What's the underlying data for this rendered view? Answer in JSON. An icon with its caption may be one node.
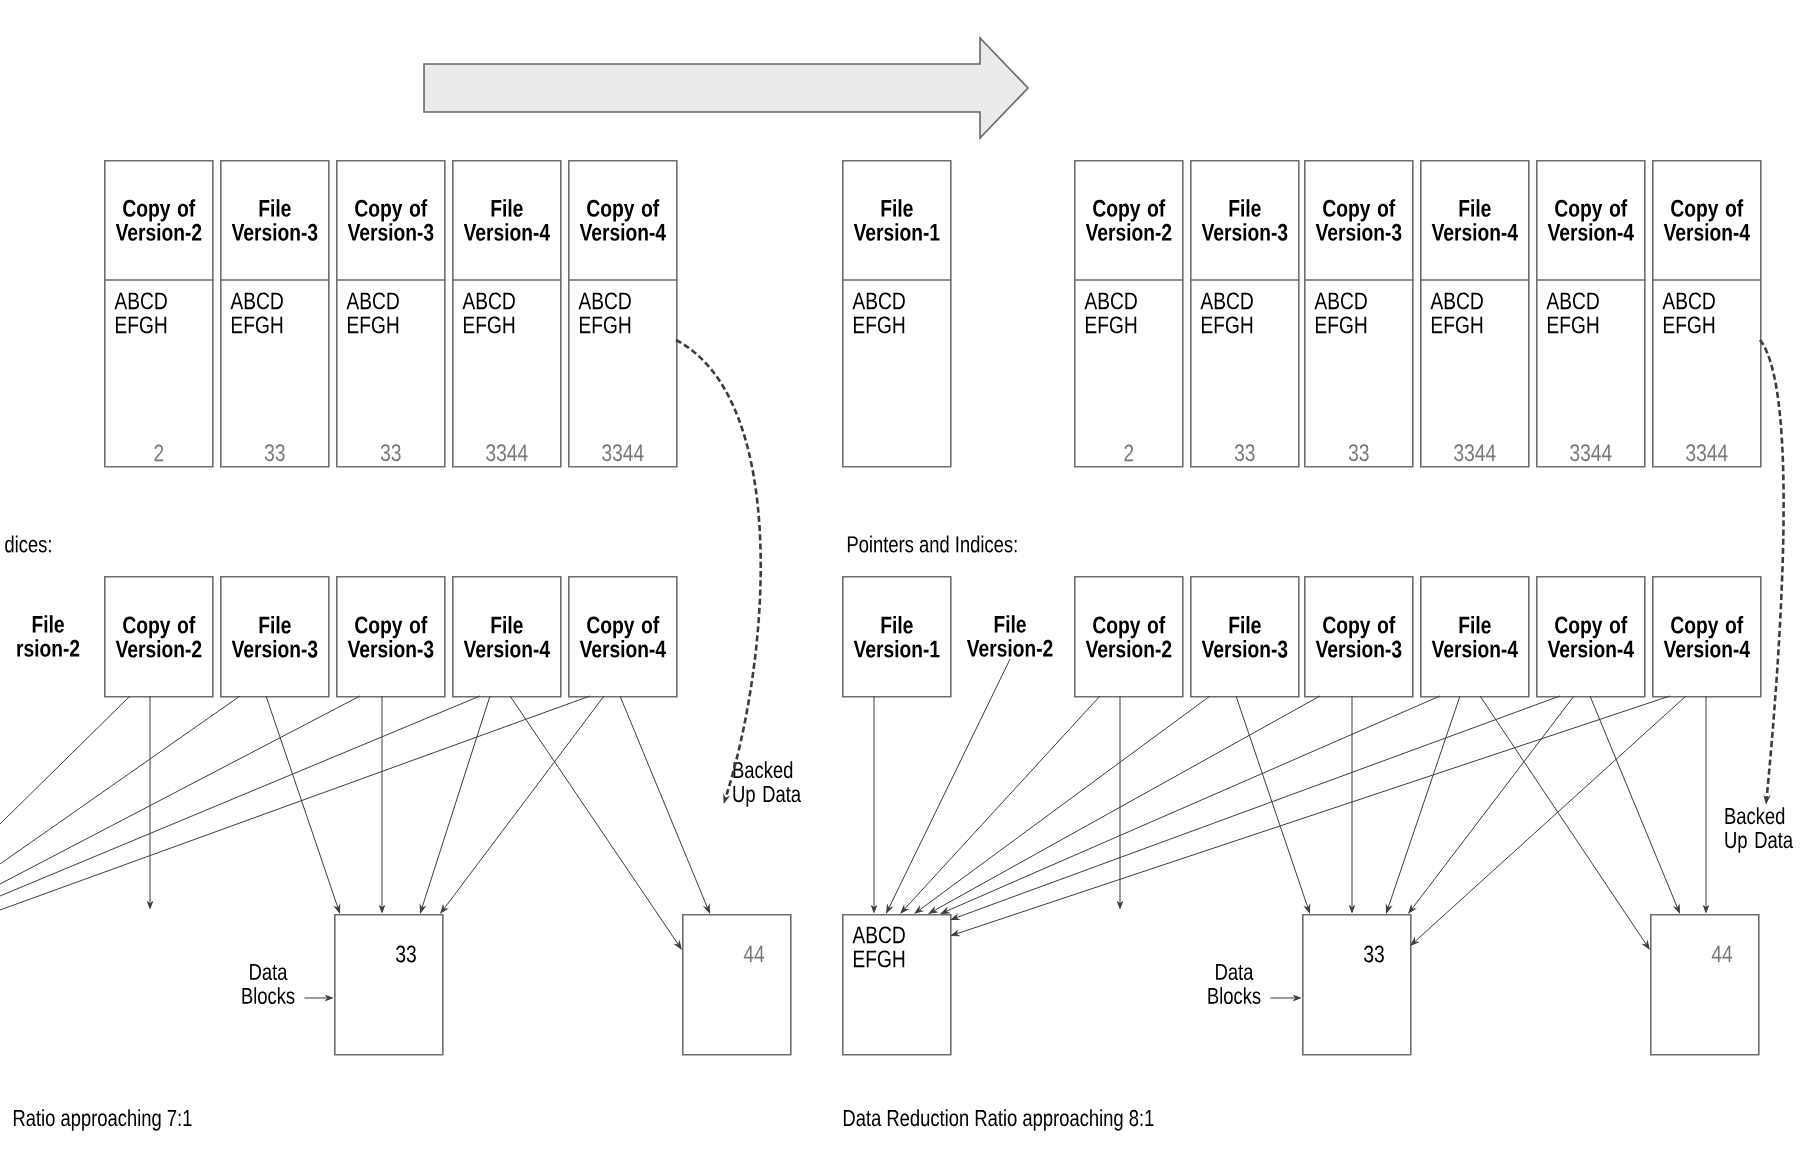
{
  "diagram": {
    "nodes": [
      {
        "text": [
          "Copy of Version-2",
          "ABCD EFGH",
          "2"
        ]
      },
      {
        "text": [
          "File Version-3",
          "ABCD EFGH",
          "33"
        ]
      },
      {
        "text": [
          "Copy of Version-3",
          "ABCD EFGH",
          "33"
        ]
      },
      {
        "text": [
          "File Version-4",
          "ABCD EFGH",
          "3344"
        ]
      },
      {
        "text": [
          "Copy of Version-4",
          "ABCD EFGH",
          "3344"
        ]
      },
      {
        "text": [
          "File Version-1",
          "ABCD EFGH"
        ]
      },
      {
        "text": [
          "Copy of Version-2",
          "ABCD EFGH",
          "2"
        ]
      },
      {
        "text": [
          "File Version-3",
          "ABCD EFGH",
          "33"
        ]
      },
      {
        "text": [
          "Copy of Version-3",
          "ABCD EFGH",
          "33"
        ]
      },
      {
        "text": [
          "File Version-4",
          "ABCD EFGH",
          "3344"
        ]
      },
      {
        "text": [
          "Copy of Version-4",
          "ABCD EFGH",
          "3344"
        ]
      },
      {
        "text": [
          "Copy of Version-4",
          "ABCD EFGH",
          "3344"
        ]
      },
      {
        "text": [
          "File rsion-2"
        ]
      },
      {
        "text": [
          "Copy of Version-2"
        ]
      },
      {
        "text": [
          "File Version-3"
        ]
      },
      {
        "text": [
          "Copy of Version-3"
        ]
      },
      {
        "text": [
          "File Version-4"
        ]
      },
      {
        "text": [
          "Copy of Version-4"
        ]
      },
      {
        "text": [
          "Backed Up Data"
        ]
      },
      {
        "text": [
          "Data Blocks"
        ]
      },
      {
        "text": [
          "33"
        ]
      },
      {
        "text": [
          "44"
        ]
      },
      {
        "text": [
          "File Version-1"
        ]
      },
      {
        "text": [
          "File Version-2"
        ]
      },
      {
        "text": [
          "Copy of Version-2"
        ]
      },
      {
        "text": [
          "File Version-3"
        ]
      },
      {
        "text": [
          "Copy of Version-3"
        ]
      },
      {
        "text": [
          "File Version-4"
        ]
      },
      {
        "text": [
          "Copy of Version-4"
        ]
      },
      {
        "text": [
          "Copy of Version-4"
        ]
      },
      {
        "text": [
          "Backed Up Data"
        ]
      },
      {
        "text": [
          "ABCD EFGH"
        ]
      },
      {
        "text": [
          "Data Blocks"
        ]
      },
      {
        "text": [
          "33"
        ]
      },
      {
        "text": [
          "44"
        ]
      }
    ],
    "edges": [
      {
        "from": 4,
        "to": 18,
        "arrow": "to",
        "style": "dashed"
      },
      {
        "from": 11,
        "to": 30,
        "arrow": "to",
        "style": "dashed"
      },
      {
        "from": 19,
        "to": 20,
        "arrow": "to"
      },
      {
        "from": 32,
        "to": 33,
        "arrow": "to"
      },
      {
        "from": 13,
        "to": null,
        "arrow": "none"
      },
      {
        "from": 13,
        "to": null,
        "arrow": "to"
      },
      {
        "from": 14,
        "to": null,
        "arrow": "none"
      },
      {
        "from": 14,
        "to": 20,
        "arrow": "to"
      },
      {
        "from": 15,
        "to": null,
        "arrow": "none"
      },
      {
        "from": 15,
        "to": 20,
        "arrow": "to"
      },
      {
        "from": 16,
        "to": null,
        "arrow": "none"
      },
      {
        "from": 16,
        "to": 20,
        "arrow": "to"
      },
      {
        "from": 16,
        "to": 21,
        "arrow": "to"
      },
      {
        "from": 17,
        "to": null,
        "arrow": "none"
      },
      {
        "from": 17,
        "to": 20,
        "arrow": "to"
      },
      {
        "from": 17,
        "to": 21,
        "arrow": "to"
      },
      {
        "from": 22,
        "to": 31,
        "arrow": "to"
      },
      {
        "from": 23,
        "to": 31,
        "arrow": "to"
      },
      {
        "from": 24,
        "to": 31,
        "arrow": "to"
      },
      {
        "from": 24,
        "to": null,
        "arrow": "to"
      },
      {
        "from": 25,
        "to": 31,
        "arrow": "to"
      },
      {
        "from": 25,
        "to": 33,
        "arrow": "to"
      },
      {
        "from": 26,
        "to": 31,
        "arrow": "to"
      },
      {
        "from": 26,
        "to": 33,
        "arrow": "to"
      },
      {
        "from": 27,
        "to": 31,
        "arrow": "to"
      },
      {
        "from": 27,
        "to": 33,
        "arrow": "to"
      },
      {
        "from": 27,
        "to": 34,
        "arrow": "to"
      },
      {
        "from": 28,
        "to": 31,
        "arrow": "to"
      },
      {
        "from": 28,
        "to": 33,
        "arrow": "to"
      },
      {
        "from": 28,
        "to": 34,
        "arrow": "to"
      },
      {
        "from": 29,
        "to": 31,
        "arrow": "to"
      },
      {
        "from": 29,
        "to": 33,
        "arrow": "to"
      },
      {
        "from": 29,
        "to": 34,
        "arrow": "to"
      }
    ],
    "labels": [
      "dices:",
      "Pointers and Indices:",
      "Ratio approaching 7:1",
      "Data Reduction Ratio approaching 8:1"
    ]
  }
}
